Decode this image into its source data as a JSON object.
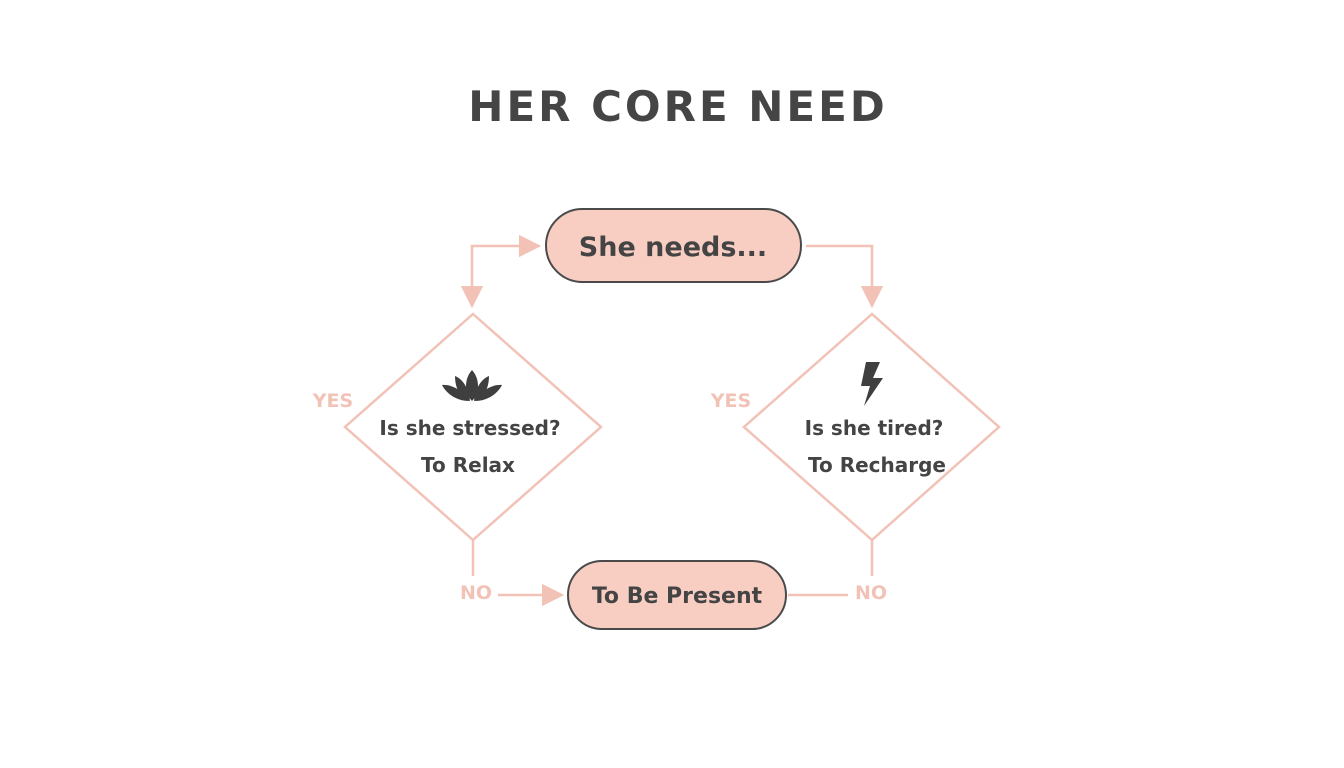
{
  "title": "HER CORE NEED",
  "colors": {
    "node_fill": "#f8cec3",
    "node_stroke": "#4a4a4a",
    "line": "#f2c2b6",
    "text": "#444444",
    "icon": "#3f3f3f"
  },
  "nodes": {
    "start": {
      "label": "She needs..."
    },
    "stressed": {
      "question": "Is she stressed?",
      "answer": "To Relax",
      "icon": "lotus-icon"
    },
    "tired": {
      "question": "Is she tired?",
      "answer": "To Recharge",
      "icon": "lightning-icon"
    },
    "present": {
      "label": "To Be Present"
    }
  },
  "edge_labels": {
    "stressed_yes": "YES",
    "tired_yes": "YES",
    "stressed_no": "NO",
    "tired_no": "NO"
  }
}
